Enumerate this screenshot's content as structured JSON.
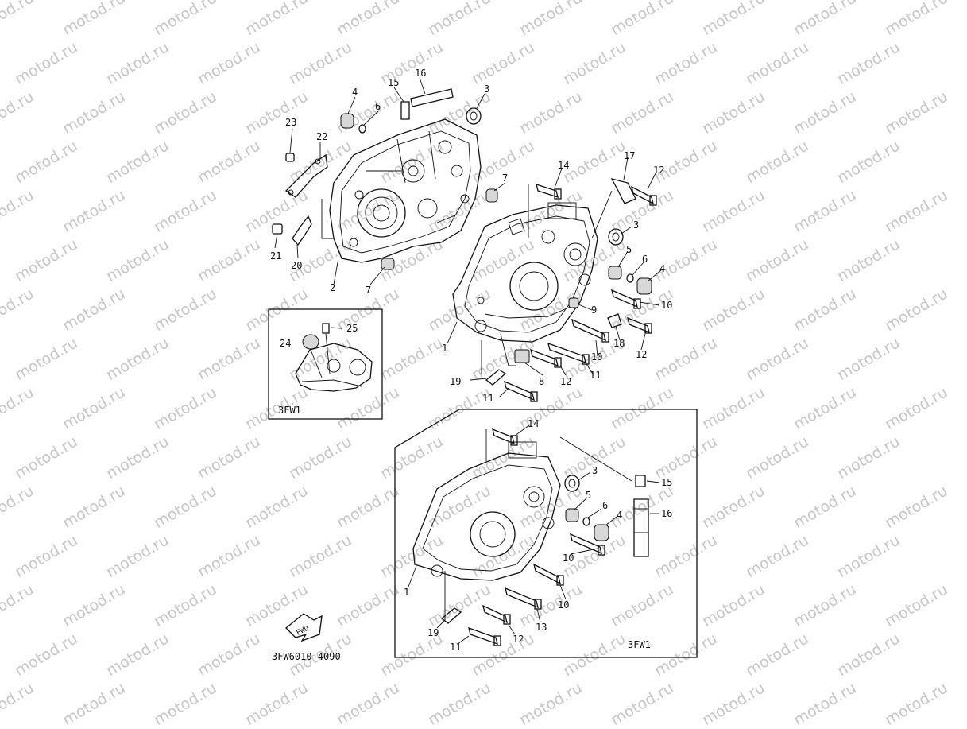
{
  "watermark": "motod.ru",
  "diagram_code": "3FW6010-4090",
  "fwd_label": "FWD",
  "inset_left": {
    "caption": "3FW1",
    "labels": [
      "24",
      "25"
    ]
  },
  "inset_right": {
    "caption": "3FW1",
    "labels": [
      "14",
      "3",
      "15",
      "5",
      "6",
      "4",
      "16",
      "1",
      "10",
      "10",
      "13",
      "19",
      "12",
      "11"
    ]
  },
  "main_labels": [
    "15",
    "16",
    "4",
    "6",
    "3",
    "23",
    "22",
    "7",
    "21",
    "20",
    "2",
    "7",
    "14",
    "17",
    "12",
    "3",
    "5",
    "6",
    "4",
    "10",
    "9",
    "1",
    "10",
    "18",
    "12",
    "11",
    "8",
    "12",
    "19",
    "11"
  ],
  "colors": {
    "line": "#111111",
    "watermark": "#c7c7c7",
    "background": "#ffffff"
  }
}
